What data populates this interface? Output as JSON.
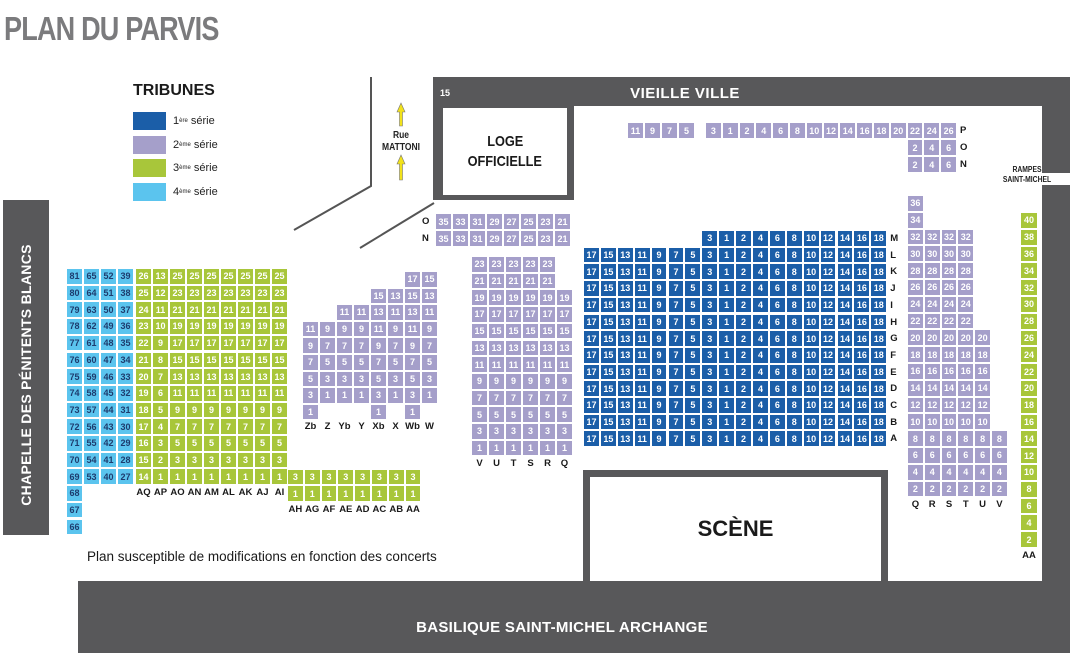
{
  "title": "PLAN DU PARVIS",
  "legend": {
    "heading": "TRIBUNES",
    "items": [
      {
        "num": "1",
        "sup": "ère",
        "label": "série",
        "color": "#1b5ea8"
      },
      {
        "num": "2",
        "sup": "ème",
        "label": "série",
        "color": "#a59fca"
      },
      {
        "num": "3",
        "sup": "ème",
        "label": "série",
        "color": "#a8c63a"
      },
      {
        "num": "4",
        "sup": "ème",
        "label": "série",
        "color": "#5bc4ee"
      }
    ]
  },
  "landmarks": {
    "rue_line1": "Rue",
    "rue_line2": "MATTONI",
    "loge_line1": "LOGE",
    "loge_line2": "OFFICIELLE",
    "gate_number": "15",
    "vieille_ville": "VIEILLE VILLE",
    "rampes_line1": "RAMPES",
    "rampes_line2": "SAINT-MICHEL",
    "scene": "SCÈNE",
    "basilique": "BASILIQUE SAINT-MICHEL ARCHANGE",
    "chapelle": "CHAPELLE DES PÉNITENTS BLANCS",
    "note": "Plan susceptible de modifications en fonction des concerts"
  },
  "blocks": [
    {
      "id": "left-cyan",
      "series": 4,
      "col_labels": [],
      "row_labels": [],
      "rows": [
        [
          81,
          65,
          52,
          39
        ],
        [
          80,
          64,
          51,
          38
        ],
        [
          79,
          63,
          50,
          37
        ],
        [
          78,
          62,
          49,
          36
        ],
        [
          77,
          61,
          48,
          35
        ],
        [
          76,
          60,
          47,
          34
        ],
        [
          75,
          59,
          46,
          33
        ],
        [
          74,
          58,
          45,
          32
        ],
        [
          73,
          57,
          44,
          31
        ],
        [
          72,
          56,
          43,
          30
        ],
        [
          71,
          55,
          42,
          29
        ],
        [
          70,
          54,
          41,
          28
        ],
        [
          69,
          53,
          40,
          27
        ],
        [
          68
        ],
        [
          67
        ],
        [
          66
        ]
      ]
    },
    {
      "id": "left-green",
      "series": 3,
      "col_labels": [
        "AQ",
        "AP",
        "AO",
        "AN",
        "AM",
        "AL",
        "AK",
        "AJ",
        "AI"
      ],
      "row_labels": [],
      "rows": [
        [
          26,
          13,
          25,
          25,
          25,
          25,
          25,
          25,
          25
        ],
        [
          25,
          12,
          23,
          23,
          23,
          23,
          23,
          23,
          23
        ],
        [
          24,
          11,
          21,
          21,
          21,
          21,
          21,
          21,
          21
        ],
        [
          23,
          10,
          19,
          19,
          19,
          19,
          19,
          19,
          19
        ],
        [
          22,
          9,
          17,
          17,
          17,
          17,
          17,
          17,
          17
        ],
        [
          21,
          8,
          15,
          15,
          15,
          15,
          15,
          15,
          15
        ],
        [
          20,
          7,
          13,
          13,
          13,
          13,
          13,
          13,
          13
        ],
        [
          19,
          6,
          11,
          11,
          11,
          11,
          11,
          11,
          11
        ],
        [
          18,
          5,
          9,
          9,
          9,
          9,
          9,
          9,
          9
        ],
        [
          17,
          4,
          7,
          7,
          7,
          7,
          7,
          7,
          7
        ],
        [
          16,
          3,
          5,
          5,
          5,
          5,
          5,
          5,
          5
        ],
        [
          15,
          2,
          3,
          3,
          3,
          3,
          3,
          3,
          3
        ],
        [
          14,
          1,
          1,
          1,
          1,
          1,
          1,
          1,
          1
        ]
      ]
    },
    {
      "id": "bottom-green",
      "series": 3,
      "col_labels": [
        "AH",
        "AG",
        "AF",
        "AE",
        "AD",
        "AC",
        "AB",
        "AA"
      ],
      "row_labels": [],
      "rows": [
        [
          3,
          3,
          3,
          3,
          3,
          3,
          3,
          3
        ],
        [
          1,
          1,
          1,
          1,
          1,
          1,
          1,
          1
        ]
      ]
    },
    {
      "id": "mid-left-purple",
      "series": 2,
      "col_labels": [
        "Zb",
        "Z",
        "Yb",
        "Y",
        "Xb",
        "X",
        "Wb",
        "W"
      ],
      "row_labels": [],
      "rows": [
        [
          null,
          null,
          null,
          null,
          null,
          null,
          17,
          15
        ],
        [
          null,
          null,
          null,
          null,
          15,
          13,
          15,
          13
        ],
        [
          null,
          null,
          11,
          11,
          13,
          11,
          13,
          11
        ],
        [
          11,
          9,
          9,
          9,
          11,
          9,
          11,
          9
        ],
        [
          9,
          7,
          7,
          7,
          9,
          7,
          9,
          7
        ],
        [
          7,
          5,
          5,
          5,
          7,
          5,
          7,
          5
        ],
        [
          5,
          3,
          3,
          3,
          5,
          3,
          5,
          3
        ],
        [
          3,
          1,
          1,
          1,
          3,
          1,
          3,
          1
        ],
        [
          1,
          null,
          null,
          null,
          1,
          null,
          1,
          null
        ]
      ]
    },
    {
      "id": "on-purple",
      "series": 2,
      "col_labels": [],
      "row_labels": [
        "O",
        "N"
      ],
      "rows": [
        [
          35,
          33,
          31,
          29,
          27,
          25,
          23,
          21
        ],
        [
          35,
          33,
          31,
          29,
          27,
          25,
          23,
          21
        ]
      ]
    },
    {
      "id": "center-purple",
      "series": 2,
      "col_labels": [
        "V",
        "U",
        "T",
        "S",
        "R",
        "Q"
      ],
      "row_labels": [],
      "rows": [
        [
          23,
          23,
          23,
          23,
          23,
          null
        ],
        [
          21,
          21,
          21,
          21,
          21,
          null
        ],
        [
          19,
          19,
          19,
          19,
          19,
          19
        ],
        [
          17,
          17,
          17,
          17,
          17,
          17
        ],
        [
          15,
          15,
          15,
          15,
          15,
          15
        ],
        [
          13,
          13,
          13,
          13,
          13,
          13
        ],
        [
          11,
          11,
          11,
          11,
          11,
          11
        ],
        [
          9,
          9,
          9,
          9,
          9,
          9
        ],
        [
          7,
          7,
          7,
          7,
          7,
          7
        ],
        [
          5,
          5,
          5,
          5,
          5,
          5
        ],
        [
          3,
          3,
          3,
          3,
          3,
          3
        ],
        [
          1,
          1,
          1,
          1,
          1,
          1
        ]
      ]
    },
    {
      "id": "center-blue",
      "series": 1,
      "col_labels": [],
      "row_labels": [
        "M",
        "L",
        "K",
        "J",
        "I",
        "H",
        "G",
        "F",
        "E",
        "D",
        "C",
        "B",
        "A"
      ],
      "rows": [
        [
          null,
          null,
          null,
          null,
          null,
          null,
          null,
          3,
          1,
          2,
          4,
          6,
          8,
          10,
          12,
          14,
          16,
          18
        ],
        [
          17,
          15,
          13,
          11,
          9,
          7,
          5,
          3,
          1,
          2,
          4,
          6,
          8,
          10,
          12,
          14,
          16,
          18
        ],
        [
          17,
          15,
          13,
          11,
          9,
          7,
          5,
          3,
          1,
          2,
          4,
          6,
          8,
          10,
          12,
          14,
          16,
          18
        ],
        [
          17,
          15,
          13,
          11,
          9,
          7,
          5,
          3,
          1,
          2,
          4,
          6,
          8,
          10,
          12,
          14,
          16,
          18
        ],
        [
          17,
          15,
          13,
          11,
          9,
          7,
          5,
          3,
          1,
          2,
          4,
          6,
          8,
          10,
          12,
          14,
          16,
          18
        ],
        [
          17,
          15,
          13,
          11,
          9,
          7,
          5,
          3,
          1,
          2,
          4,
          6,
          8,
          10,
          12,
          14,
          16,
          18
        ],
        [
          17,
          15,
          13,
          11,
          9,
          7,
          5,
          3,
          1,
          2,
          4,
          6,
          8,
          10,
          12,
          14,
          16,
          18
        ],
        [
          17,
          15,
          13,
          11,
          9,
          7,
          5,
          3,
          1,
          2,
          4,
          6,
          8,
          10,
          12,
          14,
          16,
          18
        ],
        [
          17,
          15,
          13,
          11,
          9,
          7,
          5,
          3,
          1,
          2,
          4,
          6,
          8,
          10,
          12,
          14,
          16,
          18
        ],
        [
          17,
          15,
          13,
          11,
          9,
          7,
          5,
          3,
          1,
          2,
          4,
          6,
          8,
          10,
          12,
          14,
          16,
          18
        ],
        [
          17,
          15,
          13,
          11,
          9,
          7,
          5,
          3,
          1,
          2,
          4,
          6,
          8,
          10,
          12,
          14,
          16,
          18
        ],
        [
          17,
          15,
          13,
          11,
          9,
          7,
          5,
          3,
          1,
          2,
          4,
          6,
          8,
          10,
          12,
          14,
          16,
          18
        ],
        [
          17,
          15,
          13,
          11,
          9,
          7,
          5,
          3,
          1,
          2,
          4,
          6,
          8,
          10,
          12,
          14,
          16,
          18
        ]
      ]
    },
    {
      "id": "top-p-left",
      "series": 2,
      "col_labels": [],
      "row_labels": [],
      "rows": [
        [
          11,
          9,
          7,
          5
        ]
      ]
    },
    {
      "id": "top-p-right",
      "series": 2,
      "col_labels": [],
      "row_labels": [
        "P",
        "O",
        "N"
      ],
      "rows": [
        [
          3,
          1,
          2,
          4,
          6,
          8,
          10,
          12,
          14,
          16,
          18,
          20,
          22,
          24,
          26
        ],
        [
          null,
          null,
          null,
          null,
          null,
          null,
          null,
          null,
          null,
          null,
          null,
          null,
          2,
          4,
          6
        ],
        [
          null,
          null,
          null,
          null,
          null,
          null,
          null,
          null,
          null,
          null,
          null,
          null,
          2,
          4,
          6
        ]
      ]
    },
    {
      "id": "right-purple",
      "series": 2,
      "col_labels": [
        "Q",
        "R",
        "S",
        "T",
        "U",
        "V"
      ],
      "row_labels": [],
      "rows": [
        [
          36
        ],
        [
          34
        ],
        [
          32,
          32,
          32,
          32
        ],
        [
          30,
          30,
          30,
          30
        ],
        [
          28,
          28,
          28,
          28
        ],
        [
          26,
          26,
          26,
          26
        ],
        [
          24,
          24,
          24,
          24
        ],
        [
          22,
          22,
          22,
          22
        ],
        [
          20,
          20,
          20,
          20,
          20
        ],
        [
          18,
          18,
          18,
          18,
          18
        ],
        [
          16,
          16,
          16,
          16,
          16
        ],
        [
          14,
          14,
          14,
          14,
          14
        ],
        [
          12,
          12,
          12,
          12,
          12
        ],
        [
          10,
          10,
          10,
          10,
          10
        ],
        [
          8,
          8,
          8,
          8,
          8,
          8
        ],
        [
          6,
          6,
          6,
          6,
          6,
          6
        ],
        [
          4,
          4,
          4,
          4,
          4,
          4
        ],
        [
          2,
          2,
          2,
          2,
          2,
          2
        ]
      ]
    },
    {
      "id": "far-right-green",
      "series": 3,
      "col_labels": [
        "AA"
      ],
      "row_labels": [],
      "rows": [
        [
          40
        ],
        [
          38
        ],
        [
          36
        ],
        [
          34
        ],
        [
          32
        ],
        [
          30
        ],
        [
          28
        ],
        [
          26
        ],
        [
          24
        ],
        [
          22
        ],
        [
          20
        ],
        [
          18
        ],
        [
          16
        ],
        [
          14
        ],
        [
          12
        ],
        [
          10
        ],
        [
          8
        ],
        [
          6
        ],
        [
          4
        ],
        [
          2
        ]
      ]
    }
  ]
}
